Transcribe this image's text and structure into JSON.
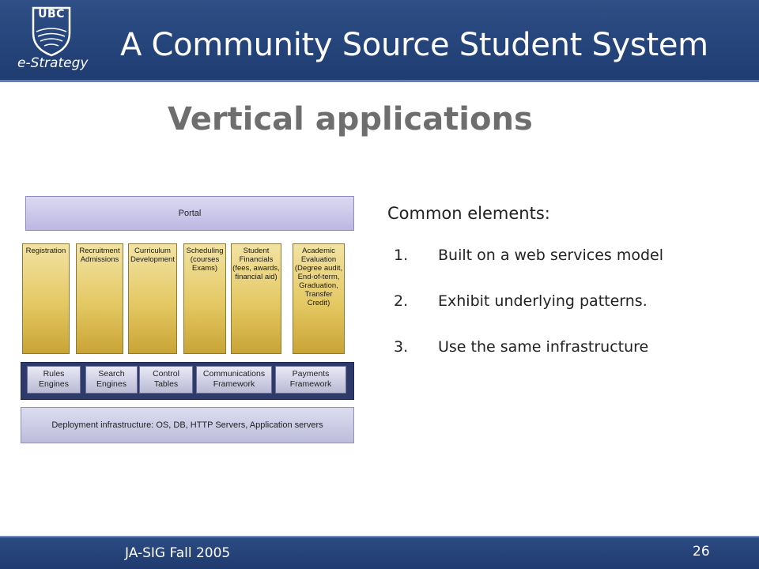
{
  "header": {
    "logo_text": "UBC",
    "logo_subtitle": "e-Strategy",
    "title": "A Community Source Student System"
  },
  "slide": {
    "title": "Vertical applications"
  },
  "diagram": {
    "portal": "Portal",
    "columns": [
      "Registration",
      "Recruitment\nAdmissions",
      "Curriculum\nDevelopment",
      "Scheduling\n(courses\nExams)",
      "Student\nFinancials\n(fees, awards,\nfinancial aid)",
      "Academic\nEvaluation\n(Degree audit,\nEnd-of-term,\nGraduation,\nTransfer\nCredit)"
    ],
    "engines": [
      "Rules\nEngines",
      "Search\nEngines",
      "Control\nTables",
      "Communications\nFramework",
      "Payments\nFramework"
    ],
    "infrastructure": "Deployment infrastructure: OS, DB, HTTP Servers, Application servers"
  },
  "content": {
    "heading": "Common elements:",
    "items": [
      {
        "number": "1.",
        "text": "Built on a web services model"
      },
      {
        "number": "2.",
        "text": "Exhibit underlying patterns."
      },
      {
        "number": "3.",
        "text": "Use the same infrastructure"
      }
    ]
  },
  "footer": {
    "conference": "JA-SIG Fall 2005",
    "page": "26"
  },
  "colors": {
    "header_bg": "#26467d",
    "title_gray": "#6e6e6e",
    "module_gold": "#e4c863",
    "portal_lavender": "#c6c2e8",
    "framework_navy": "#2e3a6a"
  }
}
